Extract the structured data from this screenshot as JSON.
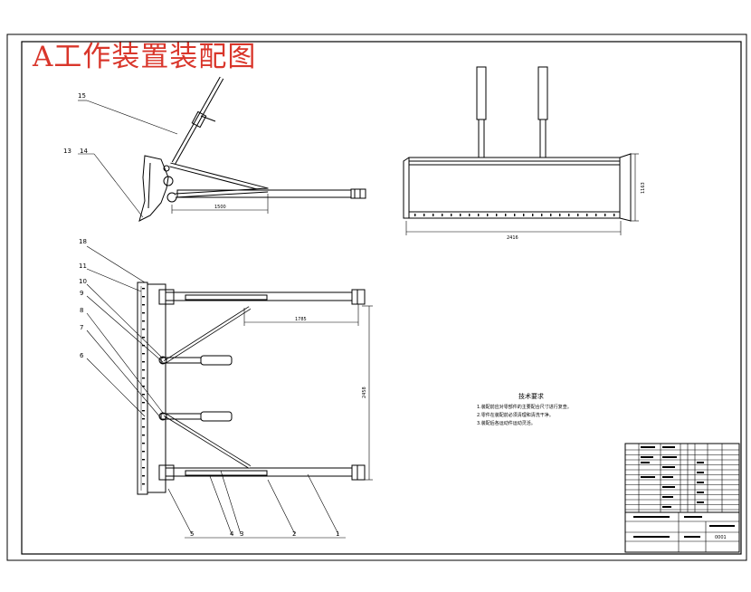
{
  "title": "A工作装置装配图",
  "colors": {
    "title": "#d9362b",
    "ink": "#000000",
    "paper": "#ffffff"
  },
  "side_view": {
    "part_labels": [
      "15",
      "13",
      "14"
    ],
    "dim_length": "1500"
  },
  "front_view": {
    "dim_width": "2416",
    "dim_height": "1163"
  },
  "top_view": {
    "part_labels": [
      "18",
      "11",
      "10",
      "9",
      "8",
      "7",
      "6",
      "5",
      "4",
      "3",
      "2",
      "1"
    ],
    "dim_length": "1785",
    "dim_width": "2458"
  },
  "technical_requirements": {
    "heading": "技术要求",
    "lines": [
      "1.装配前应对零部件的主要配合尺寸进行复查。",
      "2.零件在装配前必须清理和清洗干净。",
      "3.装配后各运动件运动灵活。"
    ]
  },
  "title_block": {
    "drawing_no": "0001"
  }
}
